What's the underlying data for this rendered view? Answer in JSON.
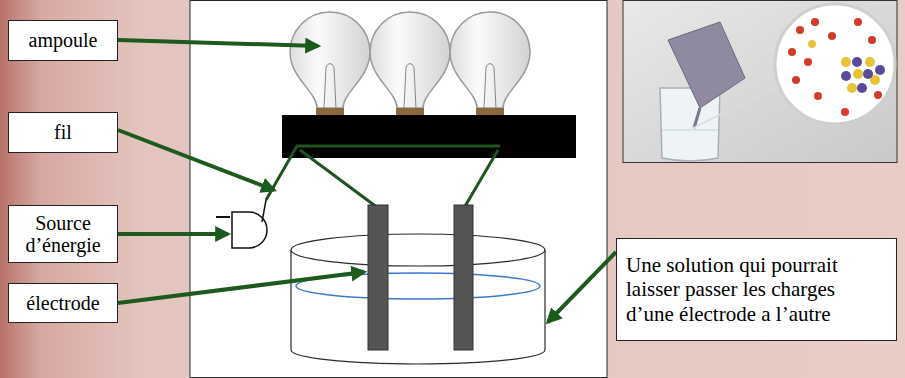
{
  "diagram": {
    "nodes": [
      {
        "text": [
          "ampoule"
        ]
      },
      {
        "text": [
          "fil"
        ]
      },
      {
        "text": [
          "Source d’énergie"
        ]
      },
      {
        "text": [
          "électrode"
        ]
      },
      {
        "text": [
          "Une solution qui pourrait laisser passer les charges d’une électrode a l’autre"
        ]
      }
    ]
  }
}
